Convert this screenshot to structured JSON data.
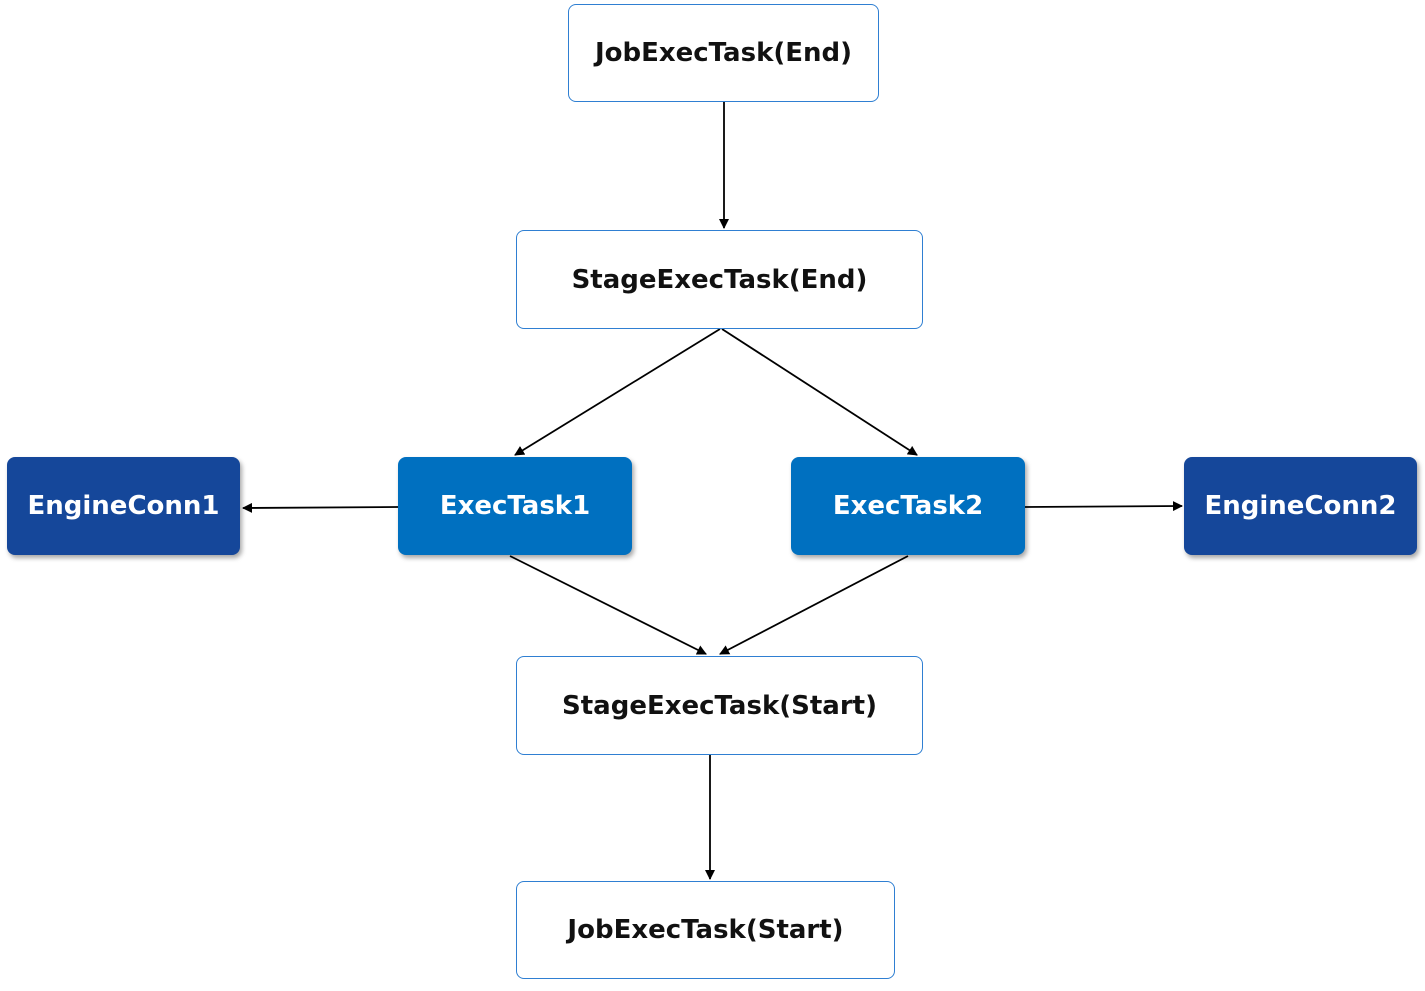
{
  "nodes": {
    "job_end": {
      "label": "JobExecTask(End)"
    },
    "stage_end": {
      "label": "StageExecTask(End)"
    },
    "exec_task_1": {
      "label": "ExecTask1"
    },
    "exec_task_2": {
      "label": "ExecTask2"
    },
    "engine_conn_1": {
      "label": "EngineConn1"
    },
    "engine_conn_2": {
      "label": "EngineConn2"
    },
    "stage_start": {
      "label": "StageExecTask(Start)"
    },
    "job_start": {
      "label": "JobExecTask(Start)"
    }
  },
  "edges": [
    {
      "from": "job_end",
      "to": "stage_end"
    },
    {
      "from": "stage_end",
      "to": "exec_task_1"
    },
    {
      "from": "stage_end",
      "to": "exec_task_2"
    },
    {
      "from": "exec_task_1",
      "to": "engine_conn_1"
    },
    {
      "from": "exec_task_2",
      "to": "engine_conn_2"
    },
    {
      "from": "exec_task_1",
      "to": "stage_start"
    },
    {
      "from": "exec_task_2",
      "to": "stage_start"
    },
    {
      "from": "stage_start",
      "to": "job_start"
    }
  ],
  "colors": {
    "light_border": "#2f7fd2",
    "exec_fill": "#0070c0",
    "engine_fill": "#15479a",
    "edge": "#000000"
  }
}
